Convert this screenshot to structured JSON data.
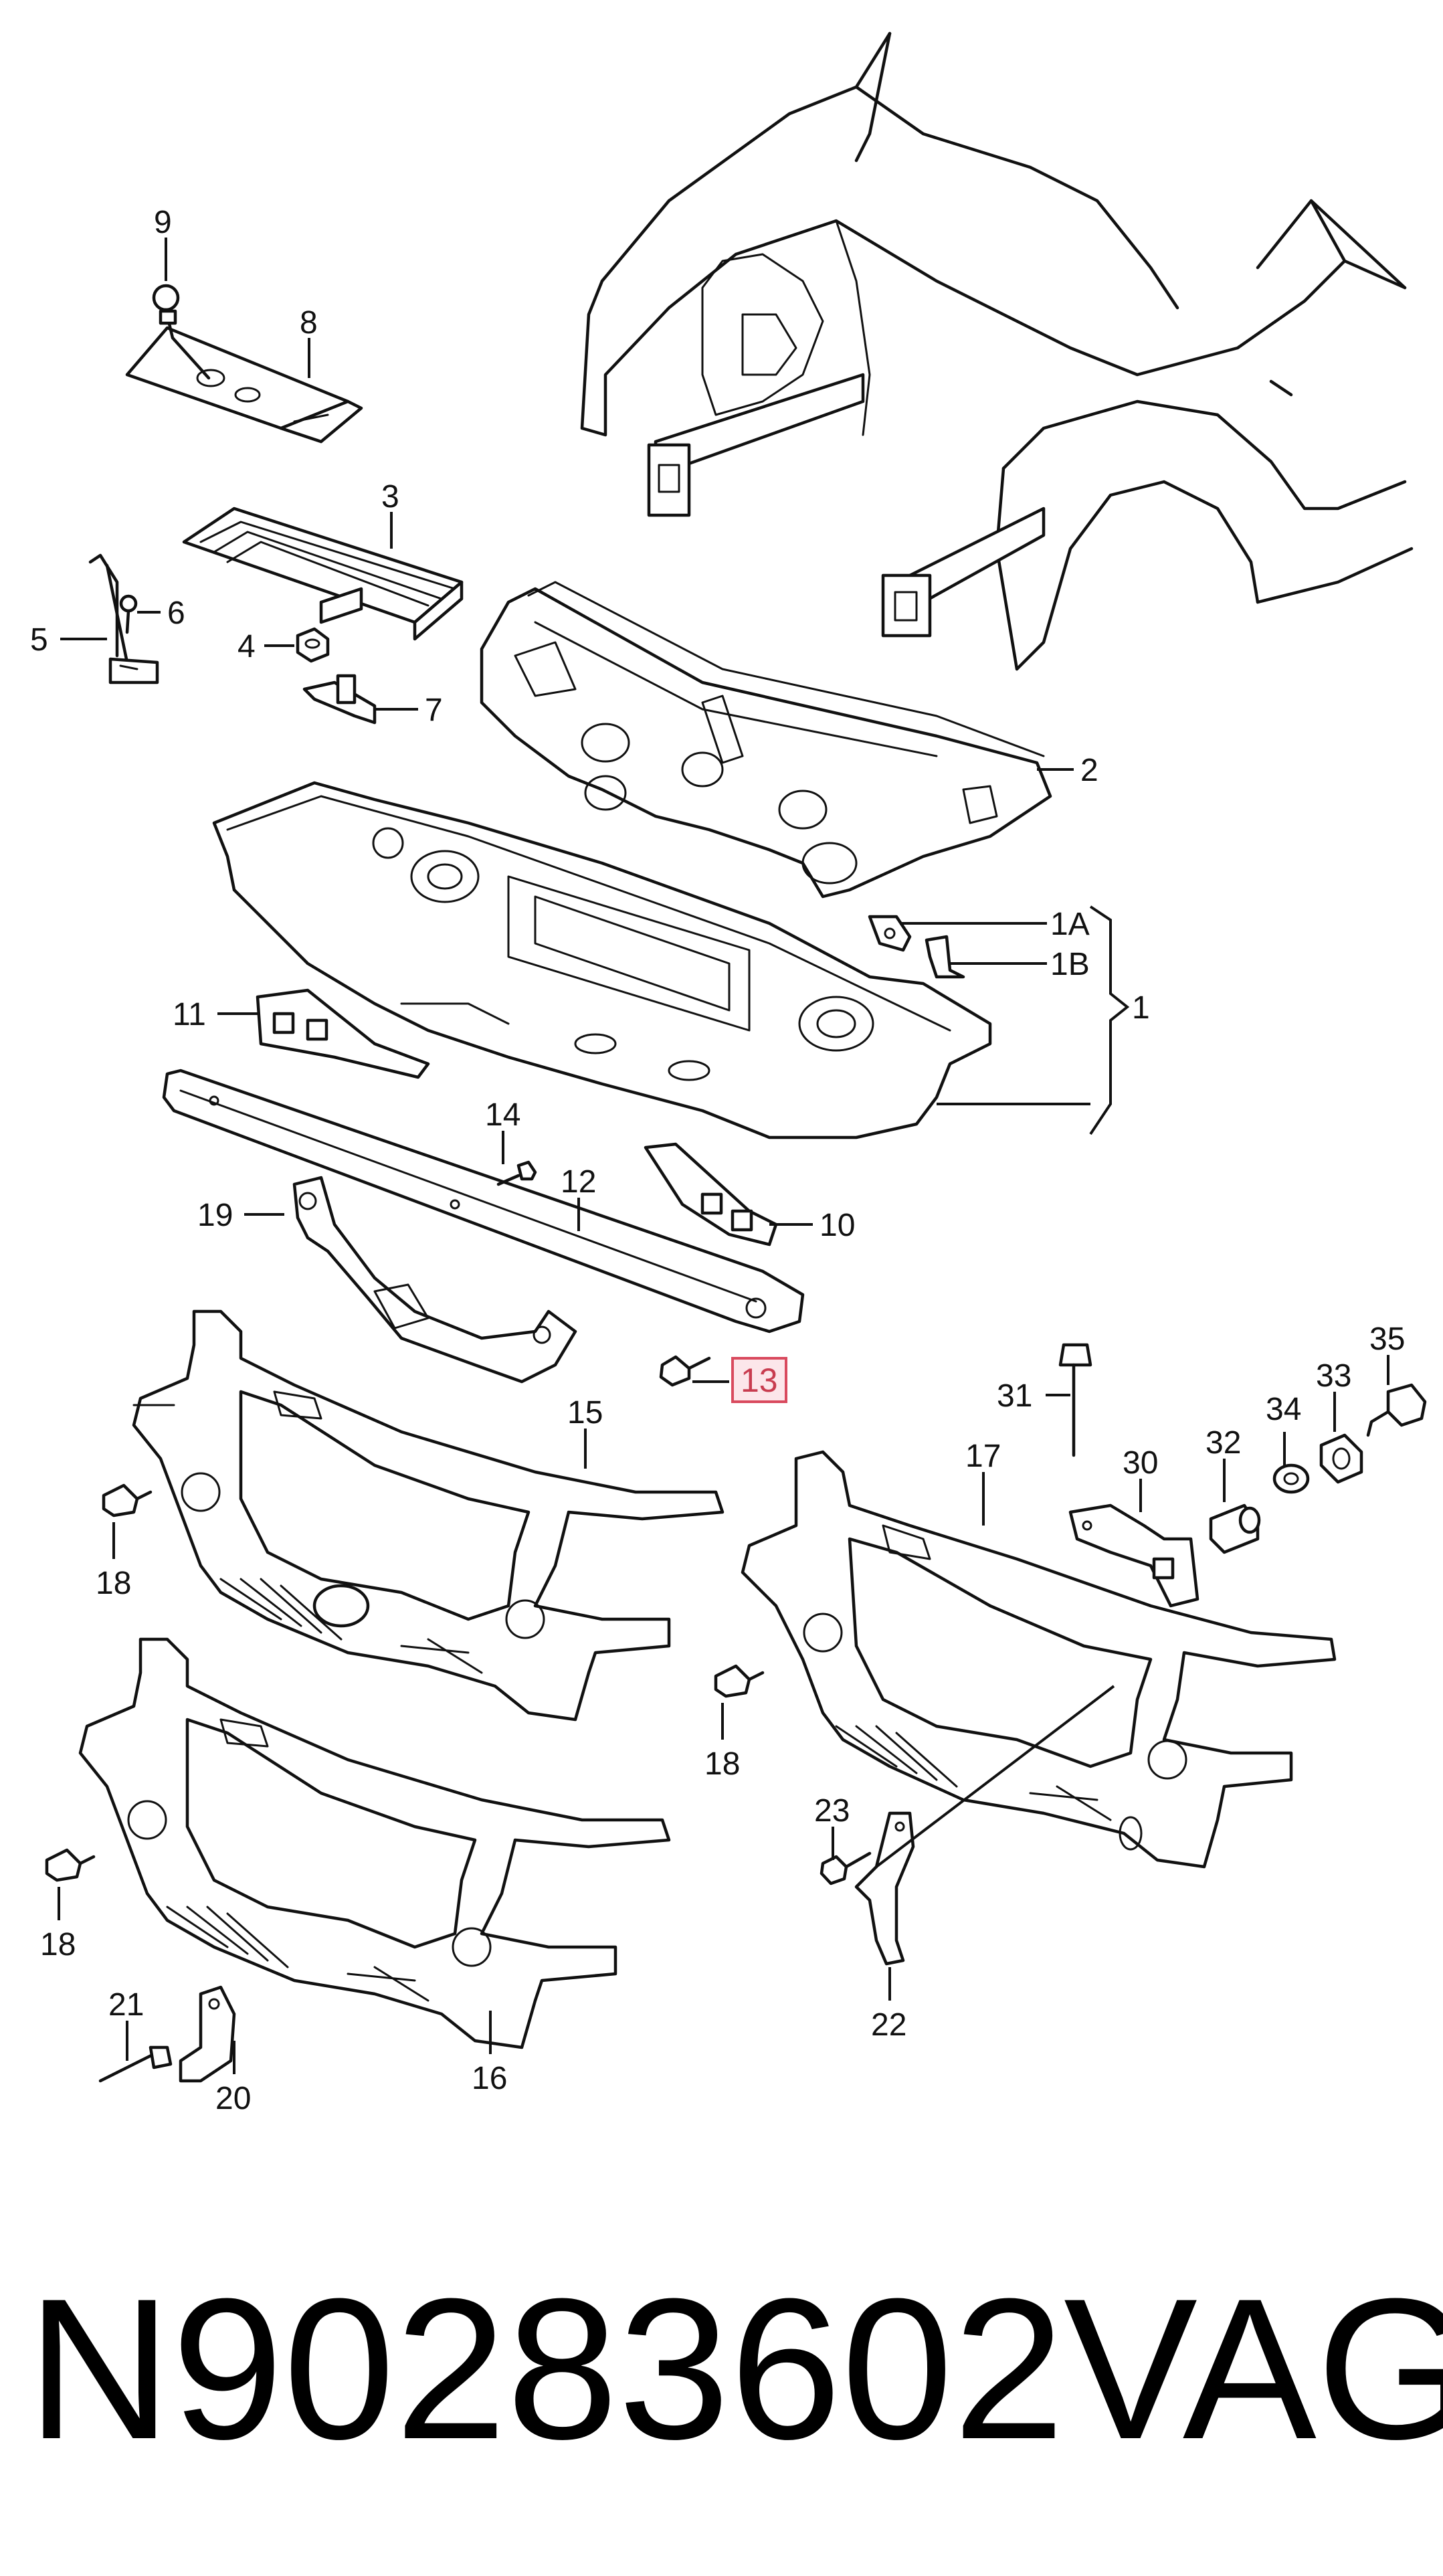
{
  "diagram": {
    "callouts": {
      "c1": "1",
      "c1a": "1A",
      "c1b": "1B",
      "c2": "2",
      "c3": "3",
      "c4": "4",
      "c5": "5",
      "c6": "6",
      "c7": "7",
      "c8": "8",
      "c9": "9",
      "c10": "10",
      "c11": "11",
      "c12": "12",
      "c13": "13",
      "c14": "14",
      "c15": "15",
      "c16": "16",
      "c17": "17",
      "c18a": "18",
      "c18b": "18",
      "c18c": "18",
      "c19": "19",
      "c20": "20",
      "c21": "21",
      "c22": "22",
      "c23": "23",
      "c30": "30",
      "c31": "31",
      "c32": "32",
      "c33": "33",
      "c34": "34",
      "c35": "35"
    },
    "highlighted_callout": "13",
    "highlight_color": "#d94a5e"
  },
  "footer": {
    "part_number": "N90283602",
    "brand": "VAG"
  }
}
